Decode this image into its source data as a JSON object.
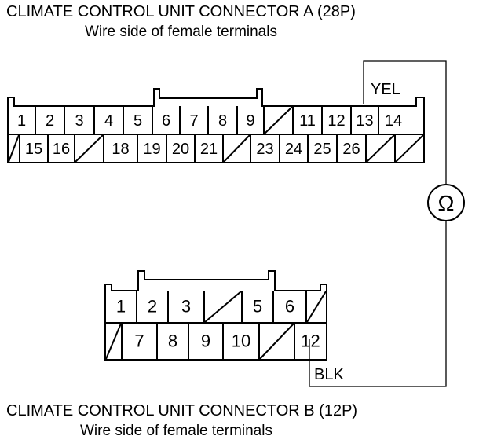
{
  "connector_a": {
    "title": "CLIMATE CONTROL UNIT CONNECTOR A (28P)",
    "subtitle": "Wire side of female terminals",
    "top_row": [
      "1",
      "2",
      "3",
      "4",
      "5",
      "6",
      "7",
      "8",
      "9",
      "",
      "11",
      "12",
      "13",
      "14"
    ],
    "bottom_row": [
      "",
      "15",
      "16",
      "",
      "18",
      "19",
      "20",
      "21",
      "",
      "23",
      "24",
      "25",
      "26",
      "",
      ""
    ]
  },
  "connector_b": {
    "title": "CLIMATE CONTROL UNIT CONNECTOR B (12P)",
    "subtitle": "Wire side of female terminals",
    "top_row": [
      "1",
      "2",
      "3",
      "",
      "5",
      "6",
      ""
    ],
    "bottom_row": [
      "",
      "7",
      "8",
      "9",
      "10",
      "",
      "12"
    ]
  },
  "meter": {
    "symbol": "Ω"
  },
  "wires": {
    "a_lead": "YEL",
    "b_lead": "BLK"
  }
}
